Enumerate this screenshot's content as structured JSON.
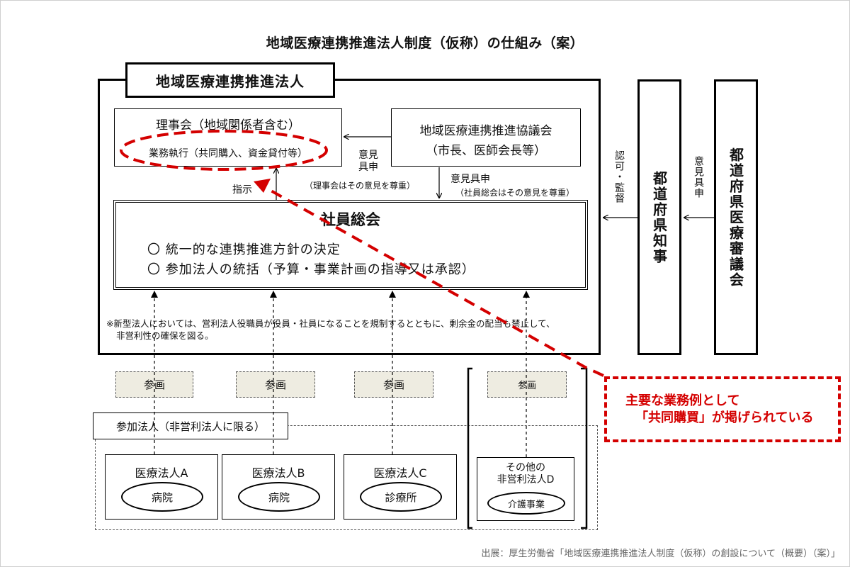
{
  "title": "地域医療連携推進法人制度（仮称）の仕組み（案）",
  "main": {
    "label": "地域医療連携推進法人",
    "board": {
      "line1": "理事会（地域関係者含む）",
      "line2": "業務執行（共同購入、資金貸付等）"
    },
    "council": {
      "line1": "地域医療連携推進協議会",
      "line2": "（市長、医師会長等）"
    },
    "opinion_board": {
      "line1": "意見",
      "line2": "具申",
      "note": "（理事会はその意見を尊重）"
    },
    "opinion_assembly": {
      "line1": "意見具申",
      "note": "（社員総会はその意見を尊重）"
    },
    "instruction": "指示",
    "assembly": {
      "title": "社員総会",
      "items": [
        "〇 統一的な連携推進方針の決定",
        "〇 参加法人の統括（予算・事業計画の指導又は承認）"
      ]
    },
    "note_line1": "※新型法人においては、営利法人役職員が役員・社員になることを規制するとともに、剰余金の配当も禁止して、",
    "note_line2": "非営利性の確保を図る。"
  },
  "governor": {
    "label": "都道府県知事",
    "relation": "認可・監督"
  },
  "pref_council": {
    "label": "都道府県医療審議会",
    "relation": "意見具申"
  },
  "participation": {
    "label": "参画",
    "group_label": "参加法人（非営利法人に限る）",
    "corporations": [
      {
        "name": "医療法人A",
        "facility": "病院"
      },
      {
        "name": "医療法人B",
        "facility": "病院"
      },
      {
        "name": "医療法人C",
        "facility": "診療所"
      },
      {
        "name_line1": "その他の",
        "name_line2": "非営利法人D",
        "facility": "介護事業"
      }
    ]
  },
  "callout": {
    "line1": "主要な業務例として",
    "line2": "「共同購買」が掲げられている",
    "color": "#d40000"
  },
  "source": "出展：厚生労働省「地域医療連携推進法人制度（仮称）の創設について（概要）（案）」"
}
